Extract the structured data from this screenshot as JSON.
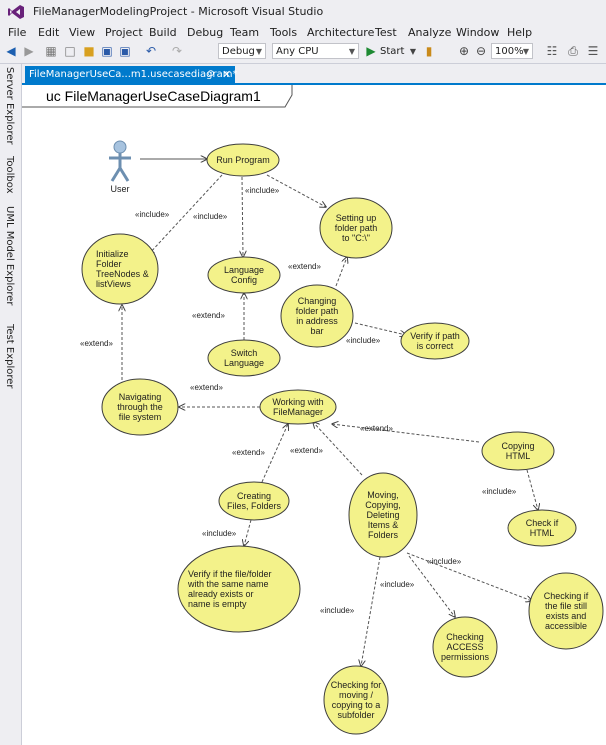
{
  "window": {
    "title": "FileManagerModelingProject - Microsoft Visual Studio"
  },
  "menu": [
    "File",
    "Edit",
    "View",
    "Project",
    "Build",
    "Debug",
    "Team",
    "Tools",
    "Architecture",
    "Test",
    "Analyze",
    "Window",
    "Help"
  ],
  "toolbar": {
    "config": "Debug",
    "platform": "Any CPU",
    "start_label": "Start",
    "zoom": "100%"
  },
  "sidebar_tabs": [
    "Server Explorer",
    "Toolbox",
    "UML Model Explorer",
    "Test Explorer"
  ],
  "document_tab": {
    "label": "FileManagerUseCa...m1.usecasediagram*"
  },
  "diagram": {
    "title": "uc FileManagerUseCaseDiagram1",
    "actor": {
      "name": "User"
    },
    "use_cases": [
      {
        "id": "run",
        "lines": [
          "Run Program"
        ]
      },
      {
        "id": "init",
        "lines": [
          "Initialize",
          "Folder",
          "TreeNodes &",
          "listViews"
        ]
      },
      {
        "id": "lang",
        "lines": [
          "Language",
          "Config"
        ]
      },
      {
        "id": "setpath",
        "lines": [
          "Setting up",
          "folder path",
          "to \"C:\\\""
        ]
      },
      {
        "id": "changing",
        "lines": [
          "Changing",
          "folder path",
          "in address",
          "bar"
        ]
      },
      {
        "id": "verifypath",
        "lines": [
          "Verify if path",
          "is correct"
        ]
      },
      {
        "id": "switch",
        "lines": [
          "Switch",
          "Language"
        ]
      },
      {
        "id": "nav",
        "lines": [
          "Navigating",
          "through the",
          "file system"
        ]
      },
      {
        "id": "working",
        "lines": [
          "Working with",
          "FileManager"
        ]
      },
      {
        "id": "copyhtml",
        "lines": [
          "Copying",
          "HTML"
        ]
      },
      {
        "id": "checkhtml",
        "lines": [
          "Check if",
          "HTML"
        ]
      },
      {
        "id": "creating",
        "lines": [
          "Creating",
          "Files, Folders"
        ]
      },
      {
        "id": "moving",
        "lines": [
          "Moving,",
          "Copying,",
          "Deleting",
          "Items &",
          "Folders"
        ]
      },
      {
        "id": "verifyexists",
        "lines": [
          "Verify if the file/folder",
          "with the same name",
          "already exists or",
          "name is empty"
        ]
      },
      {
        "id": "checkstill",
        "lines": [
          "Checking if",
          "the file still",
          "exists and",
          "accessible"
        ]
      },
      {
        "id": "checkaccess",
        "lines": [
          "Checking",
          "ACCESS",
          "permissions"
        ]
      },
      {
        "id": "checkmoving",
        "lines": [
          "Checking for",
          "moving /",
          "copying to a",
          "subfolder"
        ]
      }
    ],
    "relations": [
      "«include»",
      "«include»",
      "«include»",
      "«extend»",
      "«include»",
      "«extend»",
      "«extend»",
      "«extend»",
      "«extend»",
      "«extend»",
      "«extend»",
      "«include»",
      "«include»",
      "«include»",
      "«include»",
      "«include»"
    ]
  }
}
